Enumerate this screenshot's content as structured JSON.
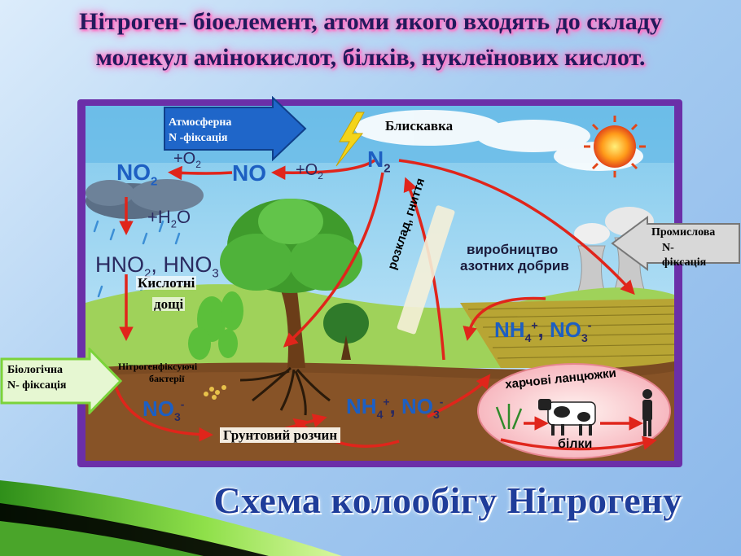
{
  "header": {
    "line1": "Нітроген- біоелемент, атоми якого входять до складу",
    "line2": "молекул амінокислот, білків, нуклеїнових кислот."
  },
  "caption": "Схема колообігу Нітрогену",
  "diagram": {
    "atmospheric_fixation": [
      "Атмосферна",
      "N -фіксація"
    ],
    "industrial_fixation": [
      "Промислова",
      "N- фіксація"
    ],
    "biological_fixation": [
      "Біологічна",
      "N- фіксація"
    ],
    "lightning": "Блискавка",
    "n2": "N",
    "n2_sub": "2",
    "no": "NO",
    "no2_main": "NO",
    "no2_sub": "2",
    "plus_o2_upper": "+O",
    "plus_o2_upper_sub": "2",
    "plus_o2_lower": "+O",
    "plus_o2_lower_sub": "2",
    "plus_h2o": "+H",
    "plus_h2o_sub": "2",
    "plus_h2o_end": "O",
    "acids_a": "HNO",
    "acids_a_sub": "2",
    "acids_sep": ", ",
    "acids_b": "HNO",
    "acids_b_sub": "3",
    "acid_rain": [
      "Кислотні",
      "дощі"
    ],
    "nitrogen_fixing_bacteria": [
      "Нітрогенфіксуючі",
      "бактерії"
    ],
    "soil_no3": "NO",
    "soil_no3_sub": "3",
    "soil_no3_sup": "-",
    "soil_nh4": "NH",
    "soil_nh4_sub": "4",
    "soil_nh4_sup": "+",
    "soil_comma": ", ",
    "soil_no3b": "NO",
    "soil_no3b_sub": "3",
    "soil_no3b_sup": "-",
    "field_nh4": "NH",
    "field_nh4_sub": "4",
    "field_nh4_sup": "+",
    "field_comma": ", ",
    "field_no3": "NO",
    "field_no3_sub": "3",
    "field_no3_sup": "-",
    "decomposition": "розклад, гниття",
    "fertilizer": [
      "виробництво",
      "азотних добрив"
    ],
    "food_chains": "харчові ланцюжки",
    "proteins": "білки",
    "soil_solution": "Грунтовий розчин"
  },
  "colors": {
    "frame": "#6b2fa8",
    "arrow_red": "#e0251b",
    "formula_blue": "#1d5fc2",
    "callout_blue": "#1f66c9",
    "callout_green": "#7bd33a",
    "callout_gray": "#cfcfcf"
  }
}
